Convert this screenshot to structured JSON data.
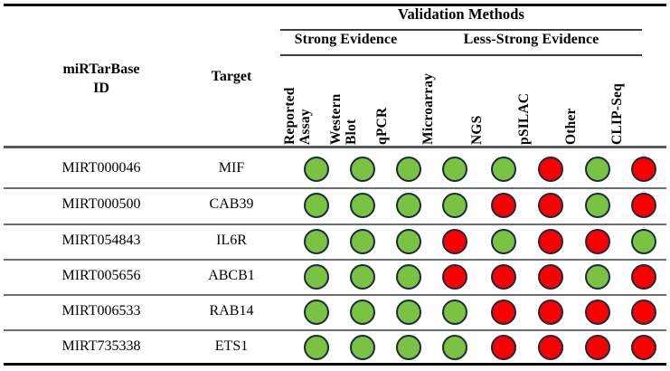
{
  "table": {
    "super_header": "Validation Methods",
    "group_headers": [
      {
        "label": "Strong Evidence",
        "span_columns": 4
      },
      {
        "label": "Less-Strong Evidence",
        "span_columns": 4
      }
    ],
    "row_header_columns": [
      {
        "label_line1": "miRTarBase",
        "label_line2": "ID"
      },
      {
        "label_line1": "Target",
        "label_line2": ""
      }
    ],
    "method_columns": [
      {
        "line1": "Reported",
        "line2": "Assay",
        "group": "Strong Evidence"
      },
      {
        "line1": "Western",
        "line2": "Blot",
        "group": "Strong Evidence"
      },
      {
        "line1": "qPCR",
        "line2": "",
        "group": "Strong Evidence"
      },
      {
        "line1": "Microarray",
        "line2": "",
        "group": "Less-Strong Evidence"
      },
      {
        "line1": "NGS",
        "line2": "",
        "group": "Less-Strong Evidence"
      },
      {
        "line1": "pSILAC",
        "line2": "",
        "group": "Less-Strong Evidence"
      },
      {
        "line1": "Other",
        "line2": "",
        "group": "Less-Strong Evidence"
      },
      {
        "line1": "CLIP-Seq",
        "line2": "",
        "group": "Less-Strong Evidence"
      }
    ],
    "rows": [
      {
        "mirtarbase_id": "MIRT000046",
        "target": "MIF",
        "values": [
          "green",
          "green",
          "green",
          "green",
          "green",
          "red",
          "green",
          "red"
        ]
      },
      {
        "mirtarbase_id": "MIRT000500",
        "target": "CAB39",
        "values": [
          "green",
          "green",
          "green",
          "green",
          "red",
          "red",
          "green",
          "red"
        ]
      },
      {
        "mirtarbase_id": "MIRT054843",
        "target": "IL6R",
        "values": [
          "green",
          "green",
          "green",
          "red",
          "green",
          "red",
          "red",
          "green"
        ]
      },
      {
        "mirtarbase_id": "MIRT005656",
        "target": "ABCB1",
        "values": [
          "green",
          "green",
          "green",
          "red",
          "red",
          "red",
          "green",
          "red"
        ]
      },
      {
        "mirtarbase_id": "MIRT006533",
        "target": "RAB14",
        "values": [
          "green",
          "green",
          "green",
          "green",
          "red",
          "red",
          "red",
          "red"
        ]
      },
      {
        "mirtarbase_id": "MIRT735338",
        "target": "ETS1",
        "values": [
          "green",
          "green",
          "green",
          "green",
          "red",
          "red",
          "red",
          "red"
        ]
      }
    ],
    "colors": {
      "green": "#79c242",
      "red": "#fc0000",
      "dot_border": "#1b2a3d",
      "rule": "#000000"
    }
  }
}
